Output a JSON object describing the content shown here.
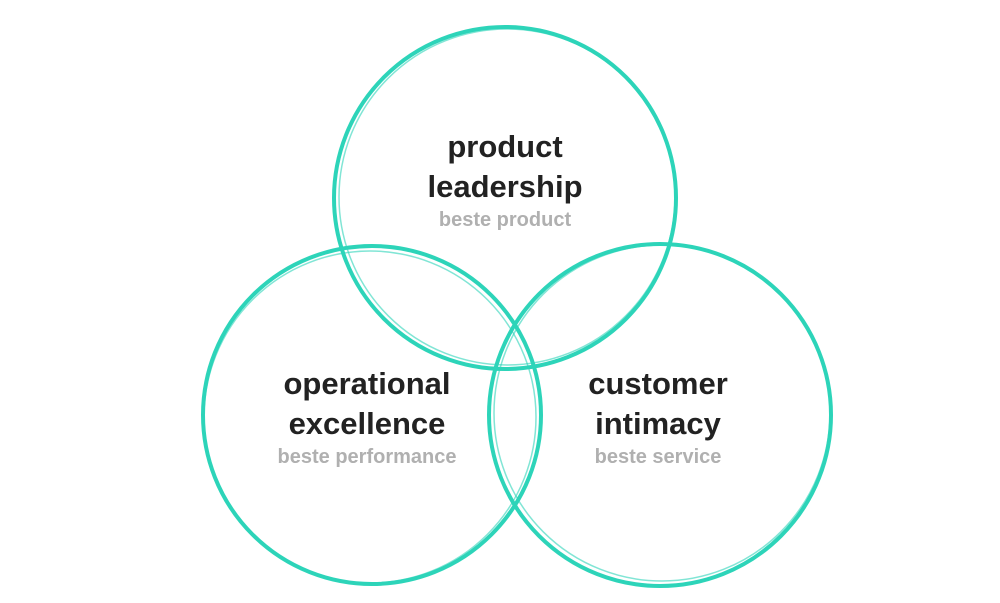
{
  "accent_color": "#2dd4b9",
  "circles": [
    {
      "title_line1": "product",
      "title_line2": "leadership",
      "subtitle": "beste product"
    },
    {
      "title_line1": "operational",
      "title_line2": "excellence",
      "subtitle": "beste performance"
    },
    {
      "title_line1": "customer",
      "title_line2": "intimacy",
      "subtitle": "beste service"
    }
  ]
}
